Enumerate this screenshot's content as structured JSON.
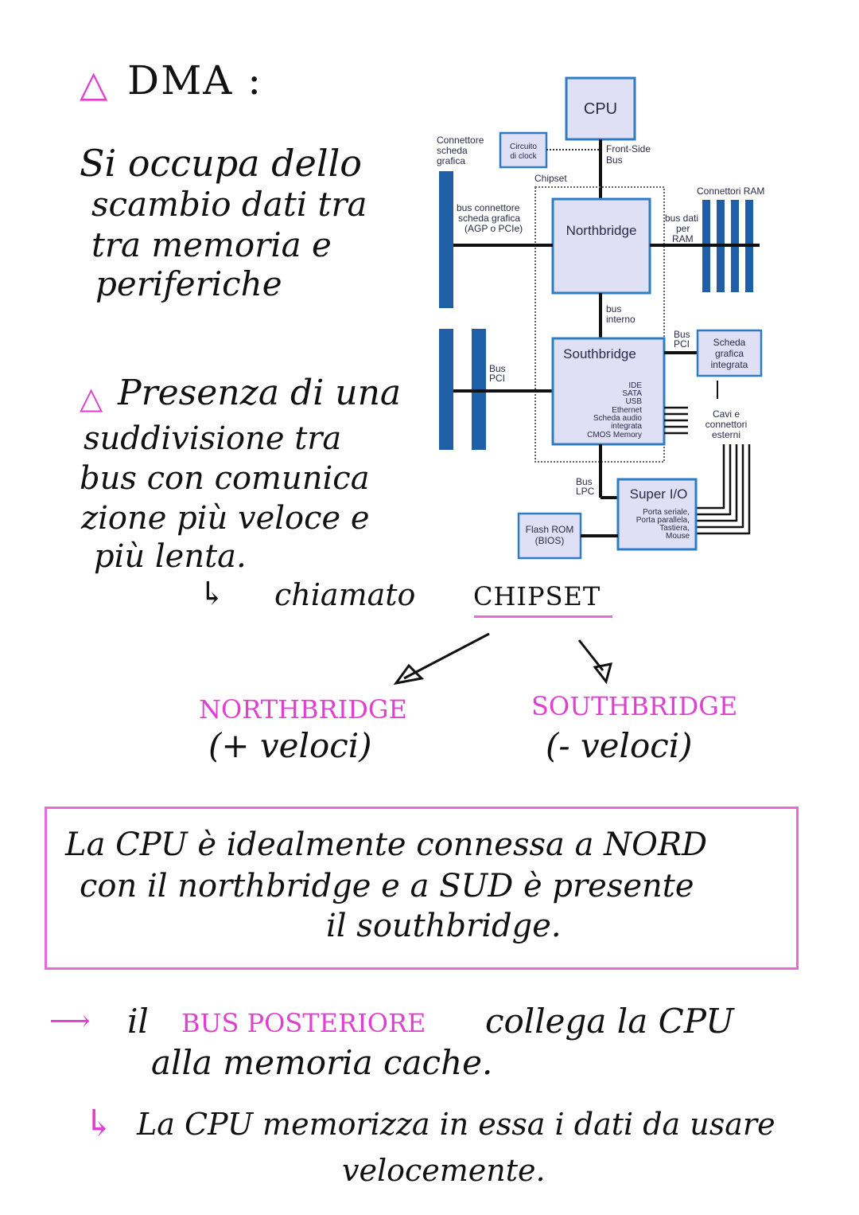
{
  "dma": {
    "heading": "DMA :",
    "lines": [
      "Si occupa dello",
      "scambio dati tra",
      "tra memoria e",
      "periferiche"
    ]
  },
  "presenza": {
    "lines": [
      "Presenza di una",
      "suddivisione tra",
      "bus con comunica",
      "zione più veloce e",
      "più lenta."
    ]
  },
  "chipset": {
    "prefix": "chiamato",
    "name": "CHIPSET",
    "north": "NORTHBRIDGE",
    "north_note": "(+ veloci)",
    "south": "SOUTHBRIDGE",
    "south_note": "(- veloci)"
  },
  "summary": {
    "lines": [
      "La CPU è idealmente connessa a NORD",
      "con il northbridge e a SUD è presente",
      "il southbridge."
    ]
  },
  "bus_posteriore": {
    "prefix": "il",
    "term": "BUS POSTERIORE",
    "rest1": "collega la CPU",
    "rest2": "alla memoria cache.",
    "note1": "La CPU memorizza in essa i dati da usare",
    "note2": "velocemente."
  },
  "diagram": {
    "cpu": "CPU",
    "clock": [
      "Circuito",
      "di clock"
    ],
    "front_side": [
      "Front-Side",
      "Bus"
    ],
    "connettore": [
      "Connettore",
      "scheda",
      "grafica"
    ],
    "chipset_label": "Chipset",
    "connettori_ram": "Connettori RAM",
    "bus_conn": [
      "bus connettore",
      "scheda grafica",
      "(AGP o PCIe)"
    ],
    "northbridge": "Northbridge",
    "bus_ram": [
      "bus dati",
      "per",
      "RAM"
    ],
    "bus_interno": [
      "bus",
      "interno"
    ],
    "bus_pci_left": [
      "Bus",
      "PCI"
    ],
    "bus_pci_right": [
      "Bus",
      "PCI"
    ],
    "southbridge": "Southbridge",
    "sb_items": [
      "IDE",
      "SATA",
      "USB",
      "Ethernet",
      "Scheda audio",
      "integrata",
      "CMOS Memory"
    ],
    "scheda_grafica": [
      "Scheda",
      "grafica",
      "integrata"
    ],
    "cavi": [
      "Cavi e",
      "connettori",
      "esterni"
    ],
    "bus_lpc": [
      "Bus",
      "LPC"
    ],
    "super_io": "Super I/O",
    "super_items": [
      "Porta seriale,",
      "Porta parallela,",
      "Tastiera,",
      "Mouse"
    ],
    "flash": [
      "Flash ROM",
      "(BIOS)"
    ]
  },
  "colors": {
    "accent": "#e040d0",
    "bus_blue": "#1f5fa8",
    "box_fill": "#dfe0f5",
    "box_border": "#2d7cc4"
  }
}
